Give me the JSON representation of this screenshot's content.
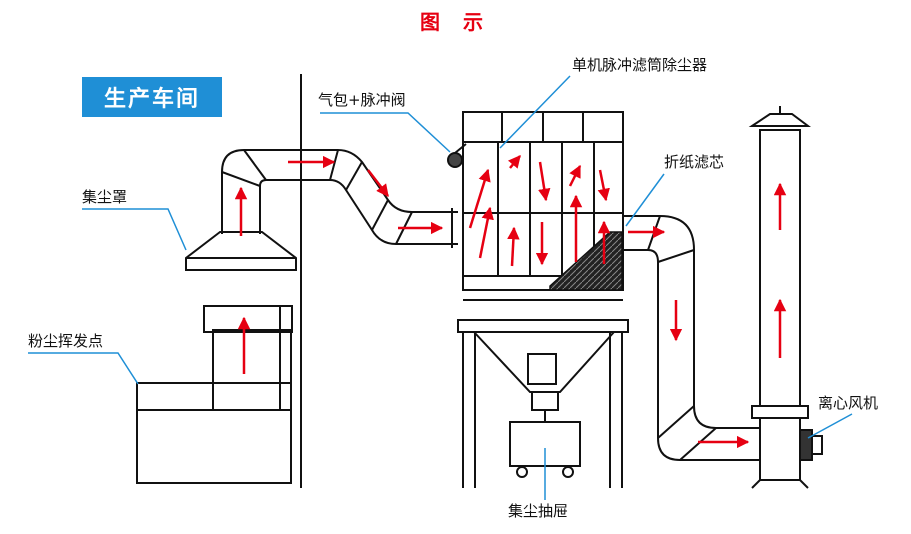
{
  "title": "图 示",
  "workshop_label": "生产车间",
  "labels": {
    "hood": "集尘罩",
    "dust_source": "粉尘挥发点",
    "pulse_valve": "气包+脉冲阀",
    "collector": "单机脉冲滤筒除尘器",
    "filter": "折纸滤芯",
    "fan": "离心风机",
    "drawer": "集尘抽屉"
  },
  "colors": {
    "title": "#e60012",
    "badge_bg": "#1f8fd6",
    "arrow": "#e60012",
    "line": "#111111",
    "leader": "#1f8fd6"
  }
}
